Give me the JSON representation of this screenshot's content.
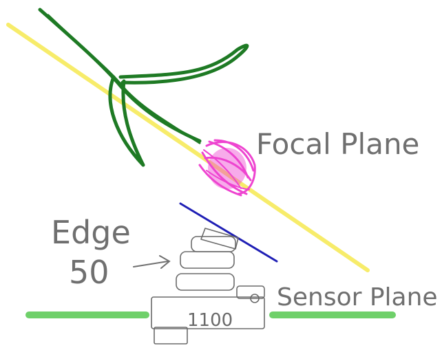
{
  "labels": {
    "focal_plane": "Focal Plane",
    "sensor_plane": "Sensor Plane",
    "edge": "Edge",
    "edge_number": "50"
  },
  "colors": {
    "focal_plane_line": "#f7ea5a",
    "sensor_plane_line": "#6fd06a",
    "lens_tilt_line": "#1f1fb5",
    "stem_leaves": "#1e7a24",
    "flower": "#ee44d0",
    "sketch_text": "#6f6f6f",
    "camera_sketch": "#6a6a6a",
    "background": "#ffffff"
  }
}
